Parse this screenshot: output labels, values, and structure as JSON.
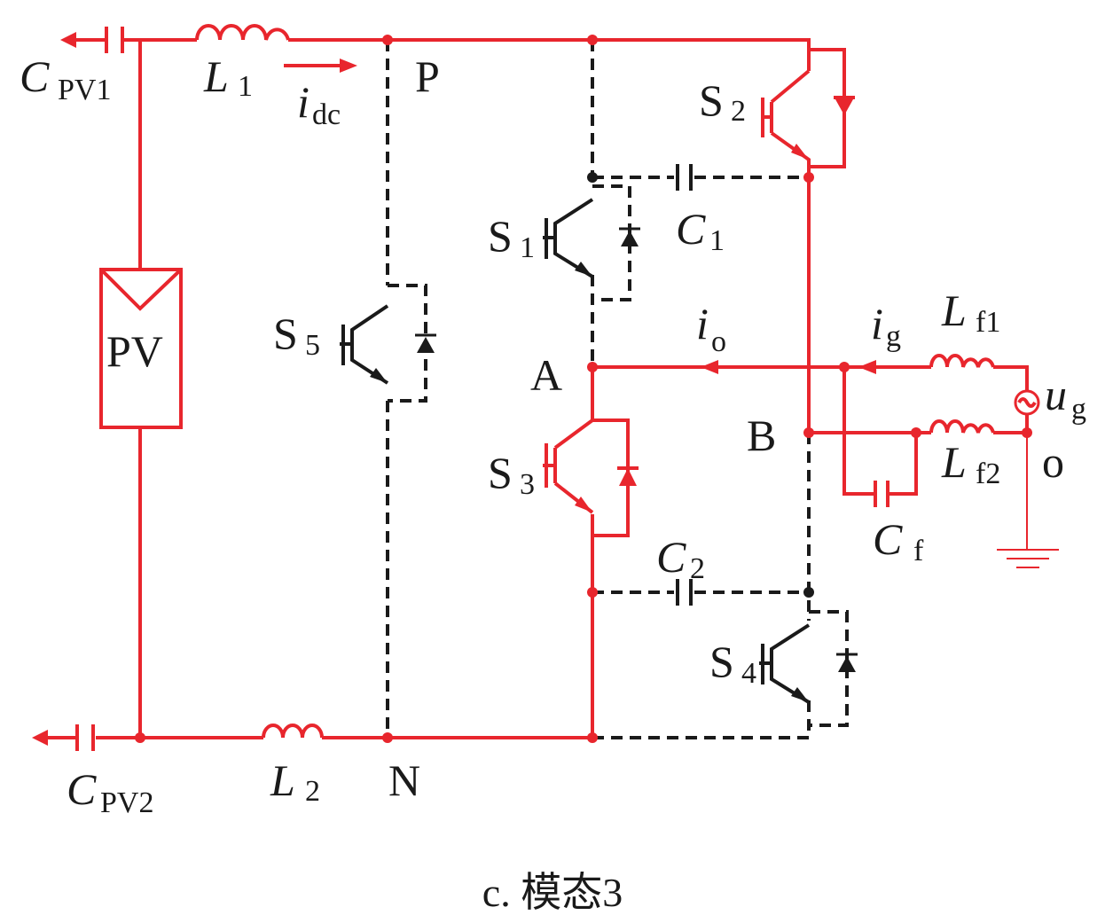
{
  "colors": {
    "active_path": "#e8262d",
    "inactive_path": "#1a1a1a",
    "background": "#ffffff"
  },
  "labels": {
    "cpv1": {
      "main": "C",
      "sub": "PV1"
    },
    "cpv2": {
      "main": "C",
      "sub": "PV2"
    },
    "l1": {
      "main": "L",
      "sub": "1"
    },
    "l2": {
      "main": "L",
      "sub": "2"
    },
    "idc": {
      "main": "i",
      "sub": "dc"
    },
    "p_node": "P",
    "n_node": "N",
    "a_node": "A",
    "b_node": "B",
    "o_node": "o",
    "pv": "PV",
    "s1": {
      "main": "S",
      "sub": "1"
    },
    "s2": {
      "main": "S",
      "sub": "2"
    },
    "s3": {
      "main": "S",
      "sub": "3"
    },
    "s4": {
      "main": "S",
      "sub": "4"
    },
    "s5": {
      "main": "S",
      "sub": "5"
    },
    "c1": {
      "main": "C",
      "sub": "1"
    },
    "c2": {
      "main": "C",
      "sub": "2"
    },
    "cf": {
      "main": "C",
      "sub": "f"
    },
    "io": {
      "main": "i",
      "sub": "o"
    },
    "ig": {
      "main": "i",
      "sub": "g"
    },
    "lf1": {
      "main": "L",
      "sub": "f1"
    },
    "lf2": {
      "main": "L",
      "sub": "f2"
    },
    "ug": {
      "main": "u",
      "sub": "g"
    }
  },
  "caption": "c. 模态3"
}
